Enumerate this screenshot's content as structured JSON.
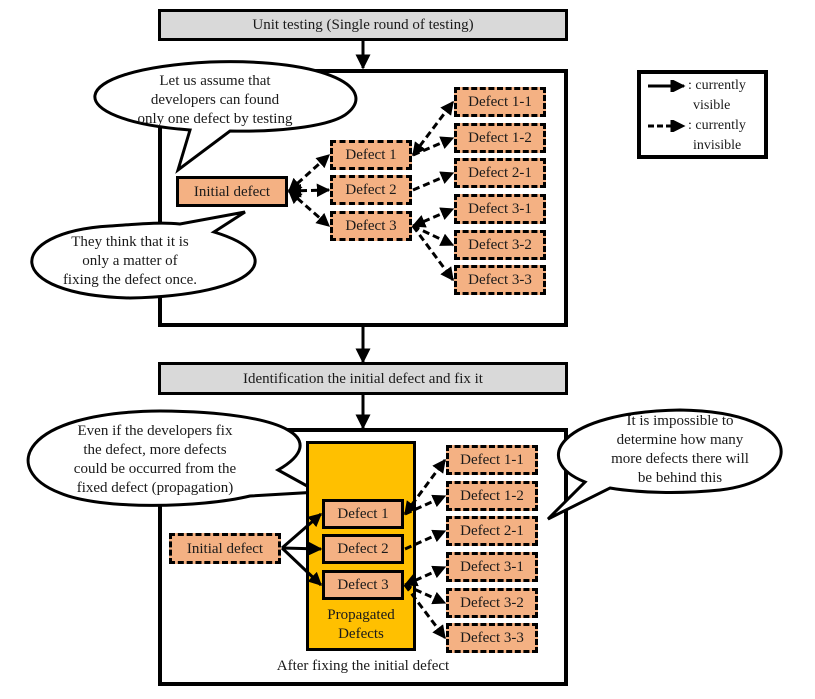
{
  "diagram": {
    "top_header": "Unit testing  (Single  round of testing)",
    "mid_header": "Identification  the initial  defect and fix  it",
    "bottom_caption": "After  fixing  the initial  defect",
    "legend": {
      "solid_label_1": ": currently",
      "solid_label_2": "visible",
      "dashed_label_1": ": currently",
      "dashed_label_2": "invisible"
    },
    "colors": {
      "defect_fill": "#f4b183",
      "propagated_fill": "#ffc000",
      "header_fill": "#d9d9d9"
    },
    "panel1": {
      "initial": "Initial  defect",
      "level1": [
        "Defect  1",
        "Defect  2",
        "Defect  3"
      ],
      "level2": [
        "Defect  1-1",
        "Defect  1-2",
        "Defect  2-1",
        "Defect  3-1",
        "Defect  3-2",
        "Defect  3-3"
      ],
      "bubble_top": [
        "Let us  assume  that",
        "developers  can found",
        "only  one  defect  by testing"
      ],
      "bubble_bottom": [
        "They  think  that it is",
        "only  a matter  of",
        "fixing the defect once."
      ]
    },
    "panel2": {
      "initial": "Initial  defect",
      "level1": [
        "Defect  1",
        "Defect  2",
        "Defect  3"
      ],
      "level2": [
        "Defect  1-1",
        "Defect  1-2",
        "Defect  2-1",
        "Defect  3-1",
        "Defect  3-2",
        "Defect  3-3"
      ],
      "propagated_label_1": "Propagated",
      "propagated_label_2": "Defects",
      "bubble_left": [
        "Even  if the developers fix",
        "the defect, more defects",
        "could be occurred from the",
        "fixed  defect (propagation)"
      ],
      "bubble_right": [
        "It is impossible  to",
        "determine  how many",
        "more  defects there will",
        "be behind  this"
      ]
    }
  }
}
